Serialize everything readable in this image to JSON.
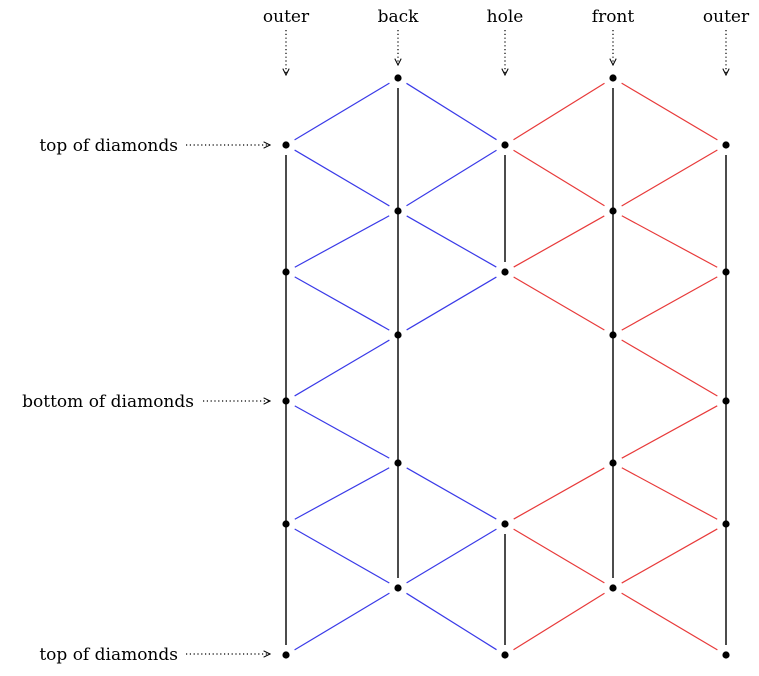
{
  "column_labels": [
    "outer",
    "back",
    "hole",
    "front",
    "outer"
  ],
  "row_labels": [
    "top of diamonds",
    "bottom of diamonds",
    "top of diamonds"
  ],
  "colors": {
    "back_edges": "#3a3ae8",
    "front_edges": "#e83a3a",
    "vertical_edges": "#000000",
    "nodes": "#000000",
    "arrows": "#000000"
  },
  "nodes": [
    {
      "id": "b0",
      "col": 1
    },
    {
      "id": "f0",
      "col": 3
    },
    {
      "id": "o1",
      "col": 0
    },
    {
      "id": "h1",
      "col": 2
    },
    {
      "id": "r1",
      "col": 4
    },
    {
      "id": "b2",
      "col": 1
    },
    {
      "id": "f2",
      "col": 3
    },
    {
      "id": "o3",
      "col": 0
    },
    {
      "id": "h3",
      "col": 2
    },
    {
      "id": "r3",
      "col": 4
    },
    {
      "id": "b4",
      "col": 1
    },
    {
      "id": "f4",
      "col": 3
    },
    {
      "id": "o5",
      "col": 0
    },
    {
      "id": "r5",
      "col": 4
    },
    {
      "id": "b6",
      "col": 1
    },
    {
      "id": "f6",
      "col": 3
    },
    {
      "id": "o7",
      "col": 0
    },
    {
      "id": "h7",
      "col": 2
    },
    {
      "id": "r7",
      "col": 4
    },
    {
      "id": "b8",
      "col": 1
    },
    {
      "id": "f8",
      "col": 3
    },
    {
      "id": "o9",
      "col": 0
    },
    {
      "id": "h9",
      "col": 2
    },
    {
      "id": "r9",
      "col": 4
    }
  ],
  "edges": [
    {
      "from": "b0",
      "to": "b8",
      "kind": "vertical"
    },
    {
      "from": "f0",
      "to": "f8",
      "kind": "vertical"
    },
    {
      "from": "o1",
      "to": "o9",
      "kind": "vertical"
    },
    {
      "from": "h1",
      "to": "h3",
      "kind": "vertical"
    },
    {
      "from": "h7",
      "to": "h9",
      "kind": "vertical"
    },
    {
      "from": "r1",
      "to": "r9",
      "kind": "vertical"
    },
    {
      "from": "o1",
      "to": "b0",
      "kind": "back"
    },
    {
      "from": "b0",
      "to": "h1",
      "kind": "back"
    },
    {
      "from": "o1",
      "to": "b2",
      "kind": "back"
    },
    {
      "from": "b2",
      "to": "h1",
      "kind": "back"
    },
    {
      "from": "o3",
      "to": "b2",
      "kind": "back"
    },
    {
      "from": "b2",
      "to": "h3",
      "kind": "back"
    },
    {
      "from": "o3",
      "to": "b4",
      "kind": "back"
    },
    {
      "from": "b4",
      "to": "h3",
      "kind": "back"
    },
    {
      "from": "o5",
      "to": "b4",
      "kind": "back"
    },
    {
      "from": "o5",
      "to": "b6",
      "kind": "back"
    },
    {
      "from": "o7",
      "to": "b6",
      "kind": "back"
    },
    {
      "from": "b6",
      "to": "h7",
      "kind": "back"
    },
    {
      "from": "o7",
      "to": "b8",
      "kind": "back"
    },
    {
      "from": "b8",
      "to": "h7",
      "kind": "back"
    },
    {
      "from": "o9",
      "to": "b8",
      "kind": "back"
    },
    {
      "from": "b8",
      "to": "h9",
      "kind": "back"
    },
    {
      "from": "h1",
      "to": "f0",
      "kind": "front"
    },
    {
      "from": "f0",
      "to": "r1",
      "kind": "front"
    },
    {
      "from": "h1",
      "to": "f2",
      "kind": "front"
    },
    {
      "from": "f2",
      "to": "r1",
      "kind": "front"
    },
    {
      "from": "h3",
      "to": "f2",
      "kind": "front"
    },
    {
      "from": "f2",
      "to": "r3",
      "kind": "front"
    },
    {
      "from": "h3",
      "to": "f4",
      "kind": "front"
    },
    {
      "from": "f4",
      "to": "r3",
      "kind": "front"
    },
    {
      "from": "f4",
      "to": "r5",
      "kind": "front"
    },
    {
      "from": "f6",
      "to": "r5",
      "kind": "front"
    },
    {
      "from": "h7",
      "to": "f6",
      "kind": "front"
    },
    {
      "from": "f6",
      "to": "r7",
      "kind": "front"
    },
    {
      "from": "h7",
      "to": "f8",
      "kind": "front"
    },
    {
      "from": "f8",
      "to": "r7",
      "kind": "front"
    },
    {
      "from": "h9",
      "to": "f8",
      "kind": "front"
    },
    {
      "from": "f8",
      "to": "r9",
      "kind": "front"
    }
  ]
}
